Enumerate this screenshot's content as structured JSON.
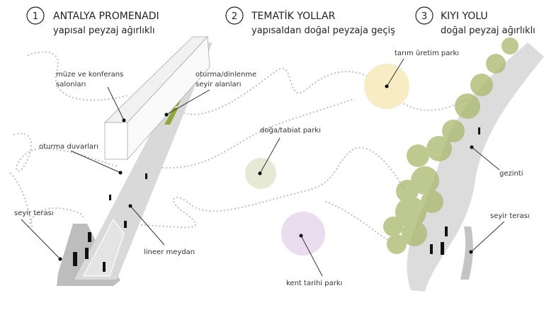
{
  "sections": [
    {
      "number": "1",
      "title": "ANTALYA PROMENADI",
      "subtitle": "yapısal peyzaj ağırlıklı"
    },
    {
      "number": "2",
      "title": "TEMATİK YOLLAR",
      "subtitle": "yapısaldan doğal peyzaja geçiş"
    },
    {
      "number": "3",
      "title": "KIYI YOLU",
      "subtitle": "doğal peyzaj ağırlıklı"
    }
  ],
  "labels": {
    "museum_line1": "müze ve konferans",
    "museum_line2": "salonları",
    "seating_line1": "oturma/dinlenme",
    "seating_line2": "seyir alanları",
    "walls": "oturma duvarları",
    "terrace_left": "seyir terası",
    "linear_square": "lineer meydan",
    "nature_park": "doğa/tabiat parkı",
    "agri_park": "tarım üretim parkı",
    "history_park": "kent tarihi parkı",
    "walk": "gezinti",
    "terrace_right": "seyir terası"
  },
  "colors": {
    "agri_park": "#f7ecc4",
    "nature_park": "#e6e9d4",
    "history_park": "#ecdcef",
    "green_strip": "#8fa83c",
    "path_gray": "#d9d9d9",
    "terrace_gray": "#bdbdbd",
    "tree_green": "#a8b86a"
  }
}
